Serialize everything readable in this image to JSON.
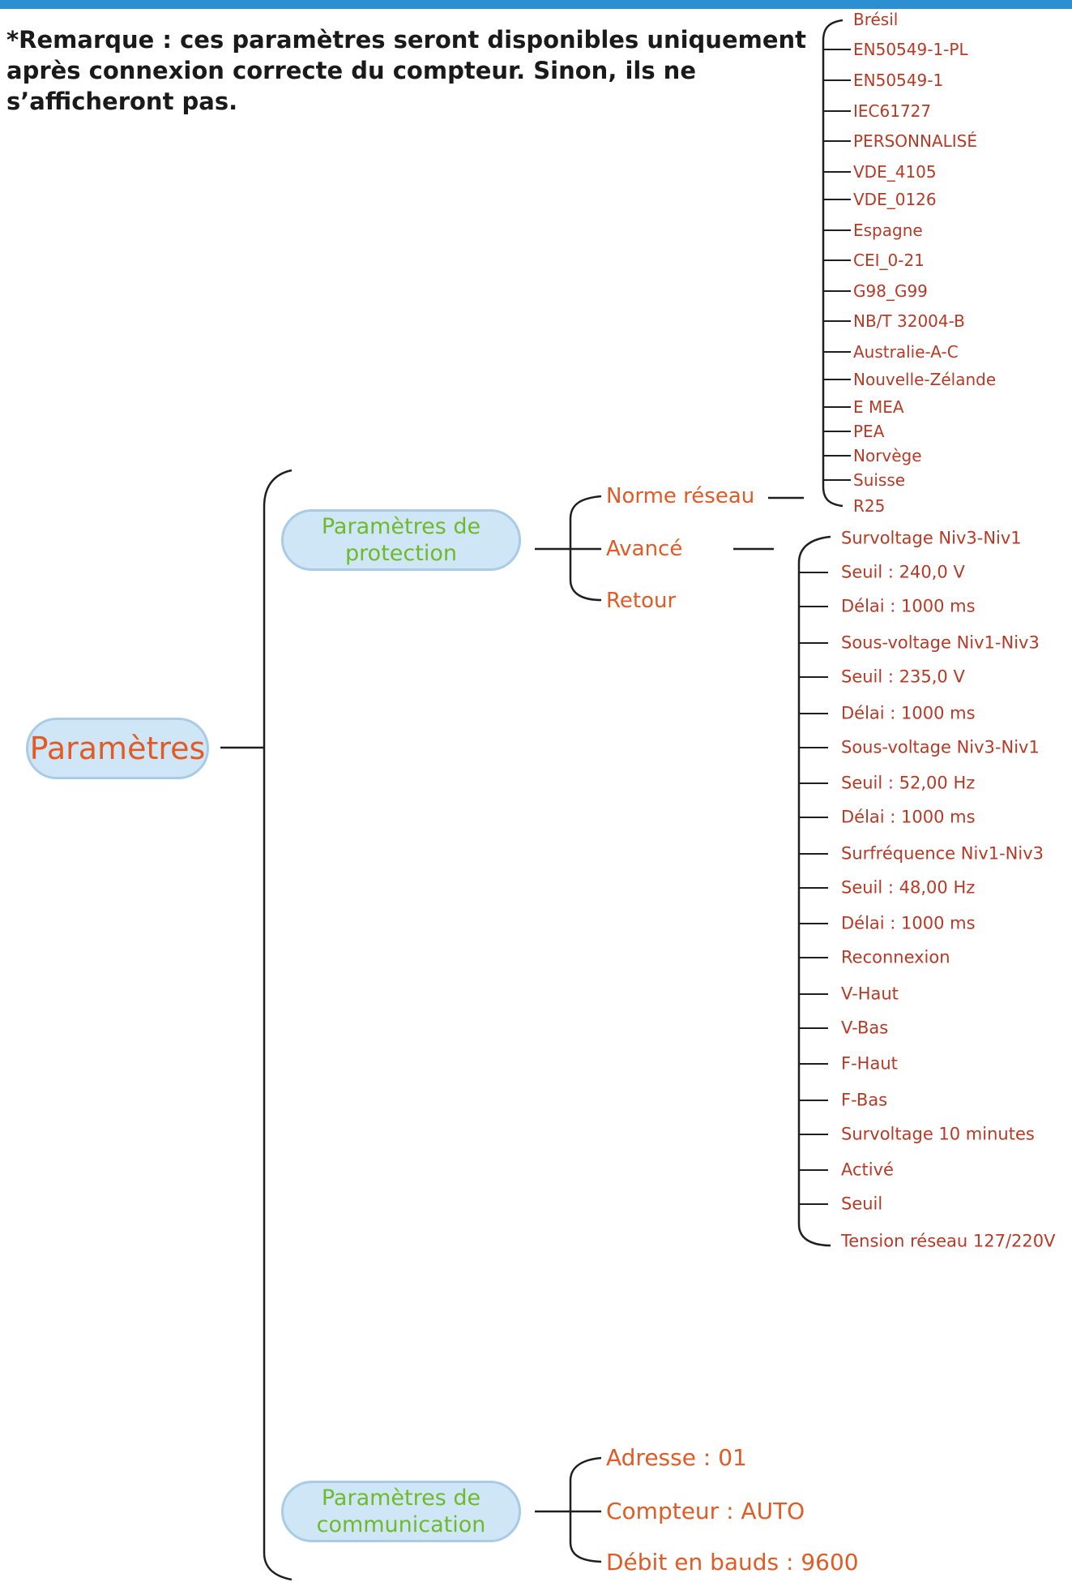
{
  "note": "*Remarque : ces paramètres seront disponibles uniquement après connexion correcte du compteur. Sinon, ils ne s’afficheront pas.",
  "root": "Paramètres",
  "protection": {
    "label_line1": "Paramètres de",
    "label_line2": "protection",
    "items": [
      "Norme réseau",
      "Avancé",
      "Retour"
    ],
    "grid_standards": [
      "Brésil",
      "EN50549-1-PL",
      "EN50549-1",
      "IEC61727",
      "PERSONNALISÉ",
      "VDE_4105",
      "VDE_0126",
      "Espagne",
      "CEI_0-21",
      "G98_G99",
      "NB/T 32004-B",
      "Australie-A-C",
      "Nouvelle-Zélande",
      "E MEA",
      "PEA",
      "Norvège",
      "Suisse",
      "R25"
    ],
    "advanced": [
      "Survoltage Niv3-Niv1",
      "Seuil : 240,0 V",
      "Délai : 1000 ms",
      "Sous-voltage Niv1-Niv3",
      "Seuil : 235,0 V",
      "Délai : 1000 ms",
      "Sous-voltage Niv3-Niv1",
      "Seuil : 52,00 Hz",
      "Délai : 1000 ms",
      "Surfréquence Niv1-Niv3",
      "Seuil : 48,00 Hz",
      "Délai : 1000 ms",
      "Reconnexion",
      "V-Haut",
      "V-Bas",
      "F-Haut",
      "F-Bas",
      "Survoltage 10 minutes",
      "Activé",
      "Seuil",
      "Tension réseau 127/220V"
    ]
  },
  "communication": {
    "label_line1": "Paramètres de",
    "label_line2": "communication",
    "items": [
      "Adresse : 01",
      "Compteur : AUTO",
      "Débit en bauds : 9600"
    ]
  },
  "colors": {
    "topbar": "#2c8fd1",
    "pill_fill": "#cfe6f7",
    "pill_border": "#a9cbe6",
    "root_text": "#e05b25",
    "sub_text": "#6fba2c",
    "leaf_text": "#b73a26"
  }
}
